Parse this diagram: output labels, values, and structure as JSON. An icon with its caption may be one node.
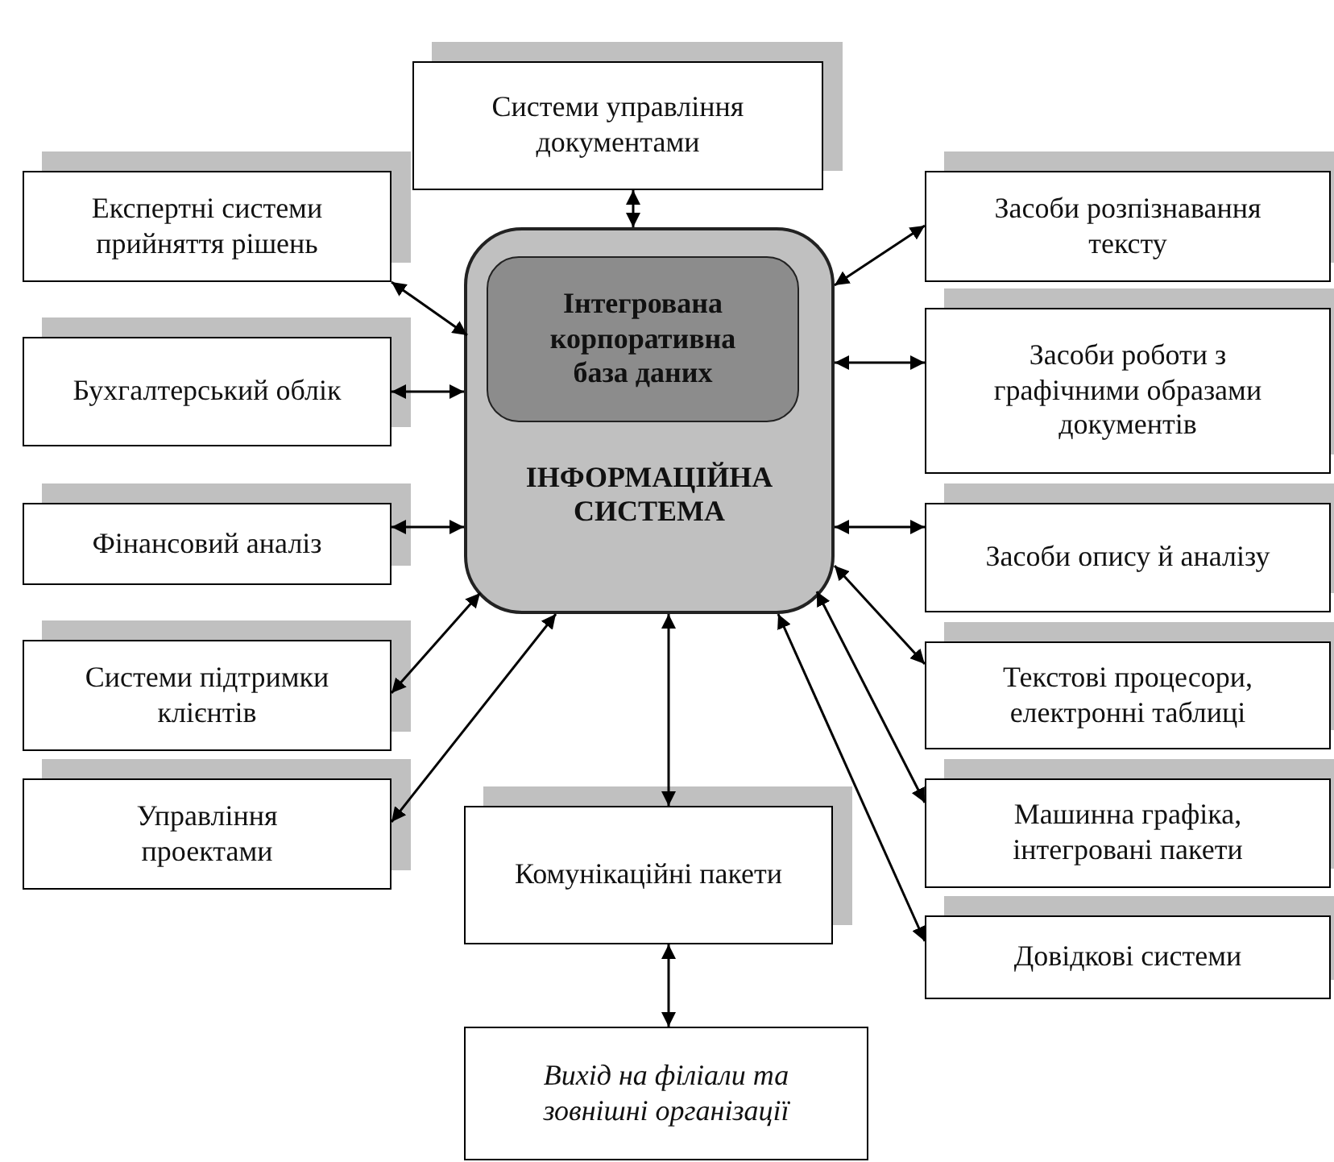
{
  "diagram": {
    "nodes": [
      {
        "text": [
          "Системи управління документами"
        ]
      },
      {
        "text": [
          "Експертні системи прийняття рішень"
        ]
      },
      {
        "text": [
          "Засоби розпізнавання тексту"
        ]
      },
      {
        "text": [
          "ІНФОРМАЦІЙНА СИСТЕМА"
        ]
      },
      {
        "text": [
          "Інтегрована корпоративна база даних"
        ],
        "in": 3
      },
      {
        "text": [
          "Бухгалтерський облік"
        ]
      },
      {
        "text": [
          "Засоби роботи з графічними образами документів"
        ]
      },
      {
        "text": [
          "Фінансовий аналіз"
        ]
      },
      {
        "text": [
          "Засоби опису й аналізу"
        ]
      },
      {
        "text": [
          "Системи підтримки клієнтів"
        ]
      },
      {
        "text": [
          "Текстові процесори, електронні таблиці"
        ]
      },
      {
        "text": [
          "Управління проектами"
        ]
      },
      {
        "text": [
          "Комунікаційні пакети"
        ]
      },
      {
        "text": [
          "Машинна графіка, інтегровані пакети"
        ]
      },
      {
        "text": [
          "Довідкові системи"
        ]
      },
      {
        "text": [
          "Вихід на філіали та зовнішні організації"
        ]
      }
    ],
    "edges": [
      {
        "from": 0,
        "to": 3,
        "arrow": "both"
      },
      {
        "from": 1,
        "to": 3,
        "arrow": "both"
      },
      {
        "from": 2,
        "to": 3,
        "arrow": "both"
      },
      {
        "from": 5,
        "to": 3,
        "arrow": "both"
      },
      {
        "from": 6,
        "to": 3,
        "arrow": "both"
      },
      {
        "from": 7,
        "to": 3,
        "arrow": "both"
      },
      {
        "from": 8,
        "to": 3,
        "arrow": "both"
      },
      {
        "from": 9,
        "to": 3,
        "arrow": "both"
      },
      {
        "from": 10,
        "to": 3,
        "arrow": "both"
      },
      {
        "from": 11,
        "to": 3,
        "arrow": "both"
      },
      {
        "from": 12,
        "to": 3,
        "arrow": "both"
      },
      {
        "from": 13,
        "to": 3,
        "arrow": "both"
      },
      {
        "from": 14,
        "to": 3,
        "arrow": "both"
      },
      {
        "from": 12,
        "to": 15,
        "arrow": "both"
      }
    ]
  }
}
